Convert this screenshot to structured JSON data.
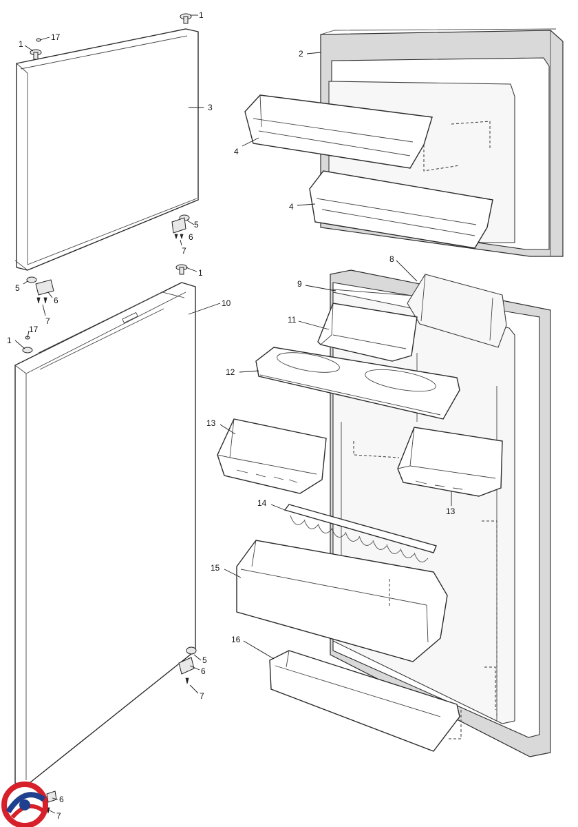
{
  "diagram": {
    "callouts": {
      "c1_top_right": "1",
      "c17_top": "17",
      "c1_top_left": "1",
      "c2": "2",
      "c3": "3",
      "c4_upper": "4",
      "c4_lower": "4",
      "c5_upper": "5",
      "c6_upper": "6",
      "c7_upper": "7",
      "c1_mid": "1",
      "c5_left": "5",
      "c6_left": "6",
      "c7_left": "7",
      "c10": "10",
      "c17_mid": "17",
      "c1_mid_left": "1",
      "c8": "8",
      "c9": "9",
      "c11": "11",
      "c12": "12",
      "c13_left": "13",
      "c13_right": "13",
      "c14": "14",
      "c15": "15",
      "c16": "16",
      "c5_lower": "5",
      "c6_lower": "6",
      "c7_lower": "7",
      "c6_bottom": "6",
      "c7_bottom": "7"
    },
    "logo": {
      "colors": {
        "red": "#d6202a",
        "blue": "#1f3f8f"
      }
    }
  }
}
